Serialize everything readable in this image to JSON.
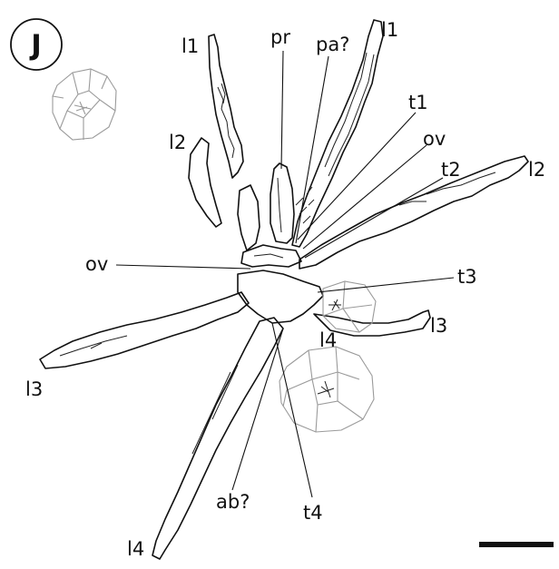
{
  "panel_letter": "J",
  "labels": {
    "l1_left": "l1",
    "pr": "pr",
    "pa": "pa?",
    "l1_right": "l1",
    "t1": "t1",
    "l2_left": "l2",
    "ov_right": "ov",
    "t2": "t2",
    "l2_right": "l2",
    "ov_left": "ov",
    "t3": "t3",
    "l3_right": "l3",
    "l4_mid": "l4",
    "l3_left": "l3",
    "ab": "ab?",
    "t4": "t4",
    "l4_bottom": "l4"
  },
  "colors": {
    "ink": "#111111",
    "grey_outline": "#9a9a9a"
  },
  "scale_bar": "scale-bar"
}
